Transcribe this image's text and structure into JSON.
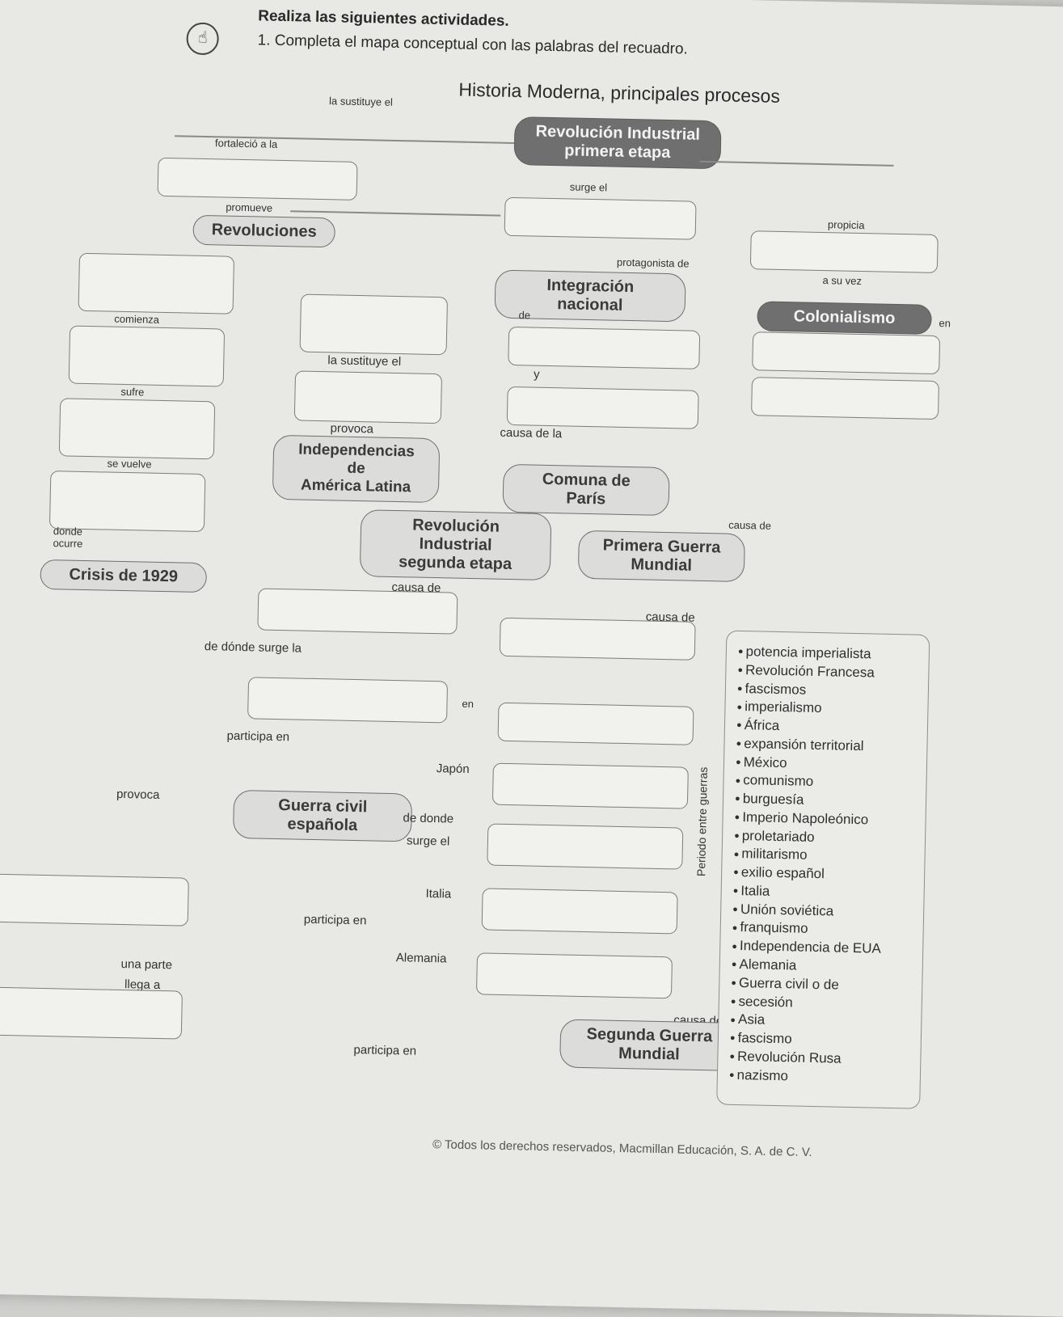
{
  "header": {
    "instruction": "Realiza las siguientes actividades.",
    "activity": "1. Completa el mapa conceptual con las palabras del recuadro.",
    "map_title": "Historia Moderna, principales procesos"
  },
  "nodes": {
    "rev_ind_1": [
      "Revolución Industrial",
      "primera etapa"
    ],
    "revoluciones": "Revoluciones",
    "integracion": "Integración nacional",
    "colonialismo": "Colonialismo",
    "independencias": [
      "Independencias de",
      "América Latina"
    ],
    "comuna": "Comuna de París",
    "rev_ind_2": [
      "Revolución Industrial",
      "segunda etapa"
    ],
    "primera_guerra": [
      "Primera Guerra",
      "Mundial"
    ],
    "crisis": "Crisis de 1929",
    "guerra_civil": [
      "Guerra civil",
      "española"
    ],
    "segunda_guerra": [
      "Segunda Guerra",
      "Mundial"
    ]
  },
  "connectors": {
    "la_sustituye_el_top": "la sustituye el",
    "fortalecio": "fortaleció a la",
    "surge_el": "surge el",
    "promueve": "promueve",
    "propicia": "propicia",
    "protagonista_de": "protagonista de",
    "a_su_vez": "a su vez",
    "de": "de",
    "en_right": "en",
    "comienza": "comienza",
    "la_sustituye_el": "la sustituye el",
    "y": "y",
    "sufre": "sufre",
    "provoca_mid": "provoca",
    "causa_de_la": "causa de la",
    "se_vuelve": "se vuelve",
    "causa_de_right": "causa de",
    "donde_ocurre": "donde",
    "ocurre": "ocurre",
    "causa_de_mid": "causa de",
    "causa_de_pg": "causa de",
    "de_donde_surge_la": "de dónde surge la",
    "en_mid": "en",
    "participa_en_1": "participa en",
    "japon": "Japón",
    "provoca_left": "provoca",
    "de_donde": "de donde",
    "surge_el_2": "surge el",
    "italia": "Italia",
    "participa_en_2": "participa en",
    "alemania": "Alemania",
    "una_parte": "una parte",
    "llega_a": "llega a",
    "causa_de_sg": "causa de",
    "participa_en_3": "participa en",
    "periodo": "Periodo entre guerras"
  },
  "word_bank": [
    "potencia imperialista",
    "Revolución Francesa",
    "fascismos",
    "imperialismo",
    "África",
    "expansión territorial",
    "México",
    "comunismo",
    "burguesía",
    "Imperio Napoleónico",
    "proletariado",
    "militarismo",
    "exilio español",
    "Italia",
    "Unión soviética",
    "franquismo",
    "Independencia de EUA",
    "Alemania",
    "Guerra civil o de",
    "secesión",
    "Asia",
    "fascismo",
    "Revolución Rusa",
    "nazismo"
  ],
  "footer": "© Todos los derechos reservados, Macmillan Educación, S. A. de C. V."
}
